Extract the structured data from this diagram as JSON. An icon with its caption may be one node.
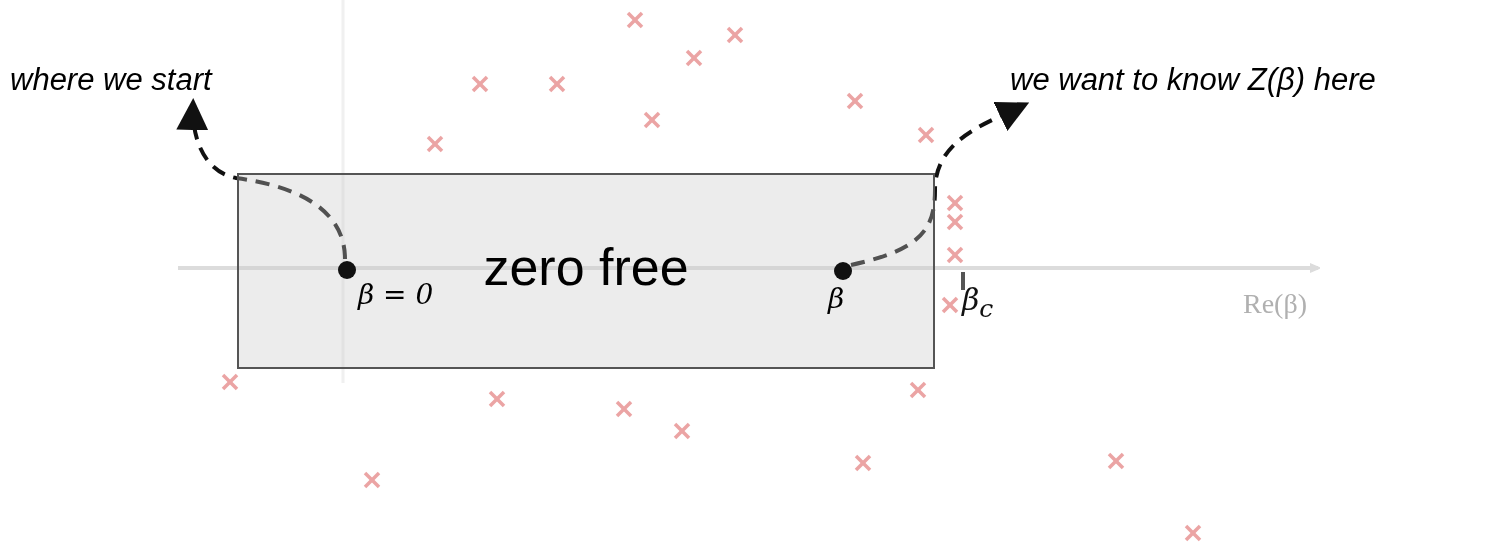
{
  "diagram": {
    "nodes": [
      {
        "text": [
          "where we start"
        ]
      },
      {
        "text": [
          "zero free"
        ]
      },
      {
        "text": [],
        "shape": "circle",
        "beside": [
          "β = 0"
        ],
        "in": 1
      },
      {
        "text": [],
        "shape": "circle",
        "beside": [
          "β"
        ],
        "in": 1
      },
      {
        "text": [
          "we want to know Z(β) here"
        ]
      }
    ],
    "edges": [
      {
        "from": 2,
        "to": 0,
        "arrow": "to",
        "style": "dashed"
      },
      {
        "from": 3,
        "to": 4,
        "arrow": "to",
        "style": "dashed"
      }
    ],
    "labels": [
      "β$_{c}$",
      "Re(β)"
    ]
  }
}
